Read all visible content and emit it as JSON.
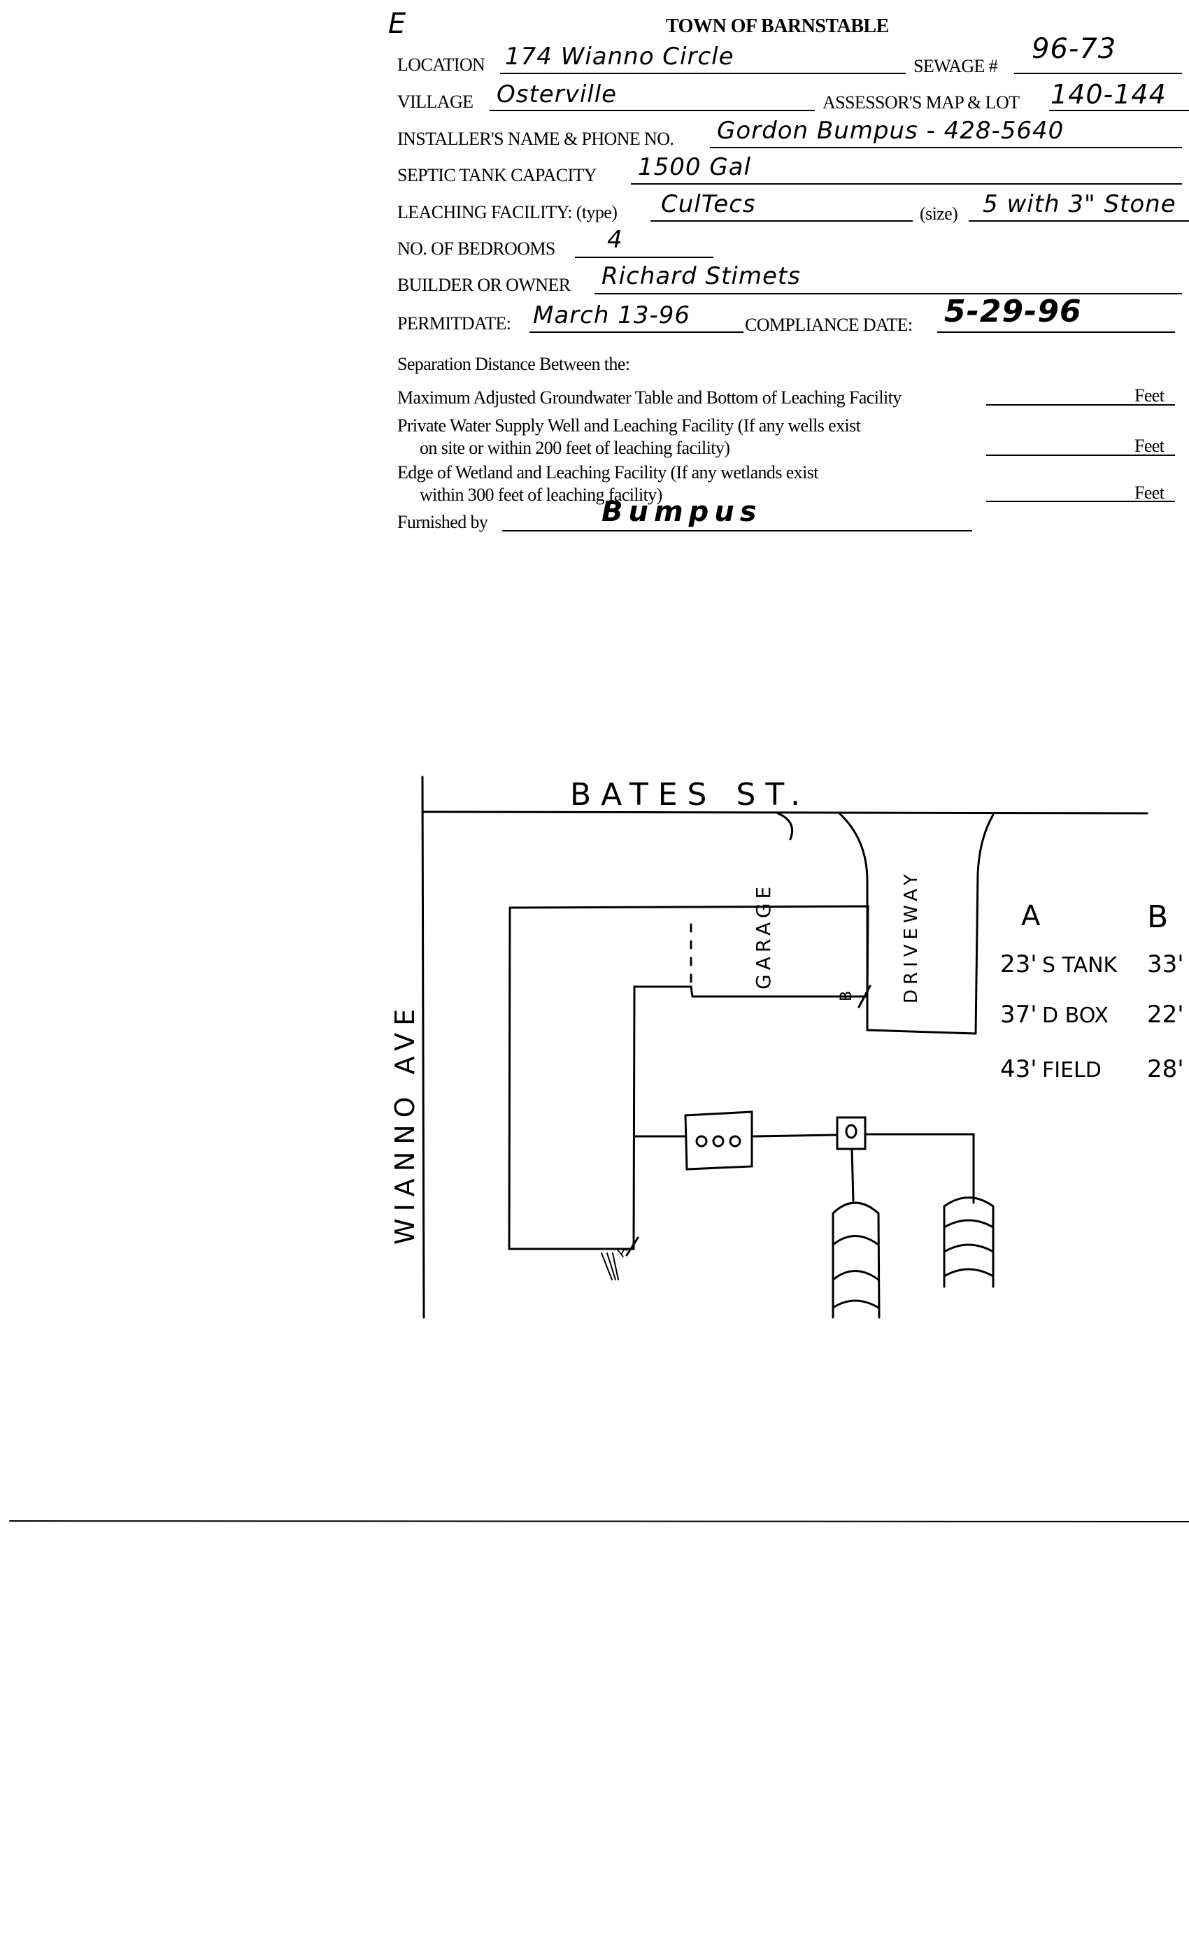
{
  "form": {
    "corner_mark": "E",
    "title": "TOWN OF BARNSTABLE",
    "location": {
      "label": "LOCATION",
      "value": "174 Wianno Circle"
    },
    "sewage": {
      "label": "SEWAGE #",
      "value": "96-73"
    },
    "village": {
      "label": "VILLAGE",
      "value": "Osterville"
    },
    "map_lot": {
      "label": "ASSESSOR'S MAP & LOT",
      "value": "140-144"
    },
    "installer": {
      "label": "INSTALLER'S NAME & PHONE NO.",
      "value": "Gordon Bumpus - 428-5640"
    },
    "tank_capacity": {
      "label": "SEPTIC TANK CAPACITY",
      "value": "1500 Gal"
    },
    "leaching": {
      "label": "LEACHING FACILITY: (type)",
      "type_value": "CulTecs",
      "size_label": "(size)",
      "size_value": "5 with 3\" Stone"
    },
    "bedrooms": {
      "label": "NO. OF BEDROOMS",
      "value": "4"
    },
    "owner": {
      "label": "BUILDER OR OWNER",
      "value": "Richard Stimets"
    },
    "permit_date": {
      "label": "PERMITDATE:",
      "value": "March 13-96"
    },
    "compliance_date": {
      "label": "COMPLIANCE DATE:",
      "value": "5-29-96"
    },
    "separation": {
      "heading": "Separation Distance Between the:",
      "rows": [
        {
          "line1": "Maximum Adjusted Groundwater Table and Bottom of Leaching Facility",
          "line2": "",
          "unit": "Feet"
        },
        {
          "line1": "Private Water Supply Well and Leaching Facility  (If any wells exist",
          "line2": "on site or within 200 feet of leaching facility)",
          "unit": "Feet"
        },
        {
          "line1": "Edge of Wetland and Leaching Facility (If any wetlands exist",
          "line2": "within 300 feet of leaching facility)",
          "unit": "Feet"
        }
      ]
    },
    "furnished_by": {
      "label": "Furnished by",
      "value": "Bumpus"
    }
  },
  "sketch": {
    "street_top": "BATES ST.",
    "street_left": "WIANNO AVE",
    "garage": "GARAGE",
    "driveway": "DRIVEWAY",
    "point_a": "A",
    "point_b": "B",
    "table": {
      "col_a": "A",
      "col_b": "B",
      "rows": [
        {
          "a": "23'",
          "item": "S TANK",
          "b": "33'"
        },
        {
          "a": "37'",
          "item": "D BOX",
          "b": "22'"
        },
        {
          "a": "43'",
          "item": "FIELD",
          "b": "28'"
        }
      ]
    }
  }
}
